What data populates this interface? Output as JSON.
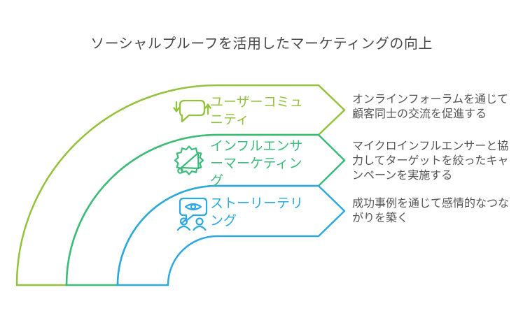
{
  "title": "ソーシャルプルーフを活用したマーケティングの向上",
  "colors": {
    "band1": "#94C23D",
    "band2": "#3CBC7C",
    "band3": "#2EA9E0",
    "title_text": "#4A4A4A",
    "description_text": "#555555",
    "background": "#FFFFFF"
  },
  "items": [
    {
      "icon": "chat-sync-icon",
      "label": "ユーザーコミュ\nニティ",
      "description": "オンラインフォーラムを通じて\n顧客同士の交流を促進する",
      "color": "#94C23D"
    },
    {
      "icon": "megaphone-badge-icon",
      "label": "インフルエンサ\nーマーケティン\nグ",
      "description": "マイクロインフルエンサーと協\n力してターゲットを絞ったキャ\nンペーンを実施する",
      "color": "#3CBC7C"
    },
    {
      "icon": "eye-speech-bubble-people-icon",
      "label": "ストーリーテリ\nング",
      "description": "成功事例を通じて感情的なつな\nがりを築く",
      "color": "#2EA9E0"
    }
  ]
}
